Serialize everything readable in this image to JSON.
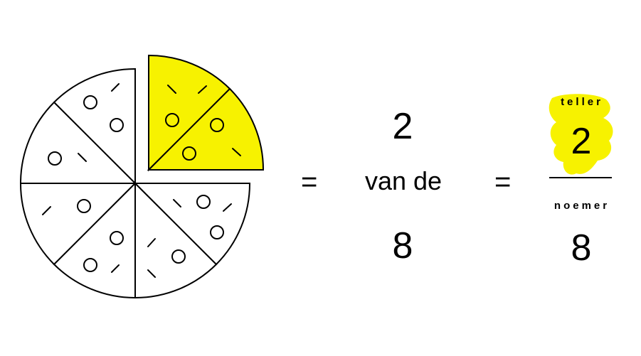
{
  "fraction": {
    "numerator": "2",
    "denominator": "8"
  },
  "words": {
    "van_de": "van de",
    "equals": "="
  },
  "labels": {
    "teller": "teller",
    "noemer": "noemer"
  },
  "pizza": {
    "total_slices": 8,
    "highlighted_slices": 2
  },
  "colors": {
    "highlight": "#f7f200",
    "stroke": "#000000",
    "background": "#ffffff"
  }
}
